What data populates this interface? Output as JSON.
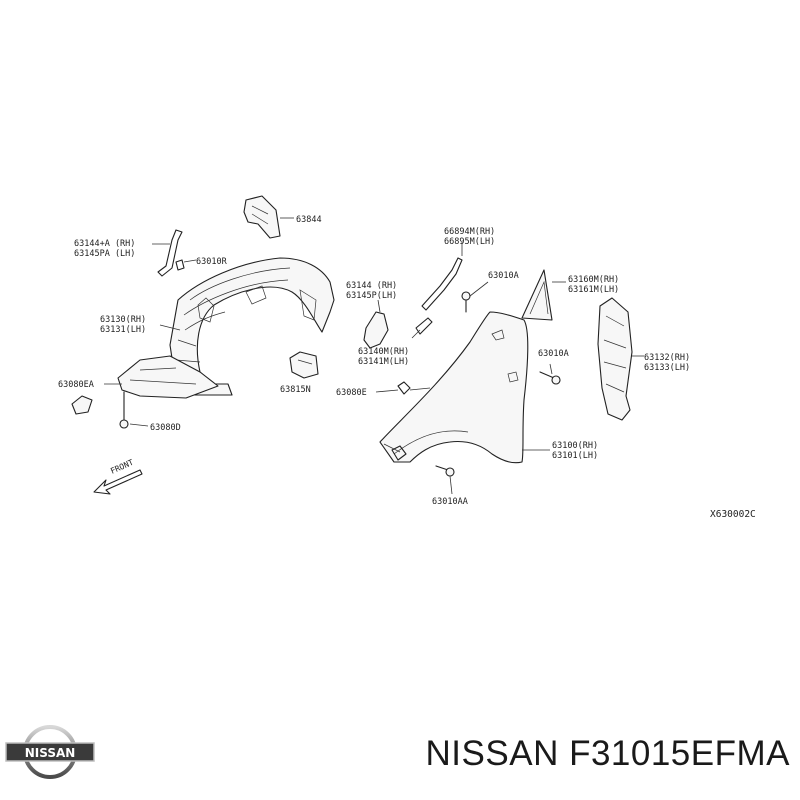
{
  "callouts": {
    "p63844": "63844",
    "p63144a": "63144+A (RH)",
    "p63145pa": "63145PA (LH)",
    "p63010r": "63010R",
    "p63130": "63130(RH)",
    "p63131": "63131(LH)",
    "p63080ea": "63080EA",
    "p63080d": "63080D",
    "p63815n": "63815N",
    "p63144": "63144  (RH)",
    "p63145p": "63145P(LH)",
    "p66894m": "66894M(RH)",
    "p66895m": "66895M(LH)",
    "p63010a_top": "63010A",
    "p63160m": "63160M(RH)",
    "p63161m": "63161M(LH)",
    "p63140m": "63140M(RH)",
    "p63141m": "63141M(LH)",
    "p63010a_mid": "63010A",
    "p63132": "63132(RH)",
    "p63133": "63133(LH)",
    "p63080e": "63080E",
    "p63100": "63100(RH)",
    "p63101": "63101(LH)",
    "p63010aa": "63010AA"
  },
  "front_label": "FRONT",
  "diagram_id": "X630002C",
  "brand": {
    "logo_text": "NISSAN",
    "part_title": "NISSAN F31015EFMA"
  },
  "colors": {
    "line": "#222222",
    "text": "#1a1a1a",
    "background": "#ffffff"
  }
}
